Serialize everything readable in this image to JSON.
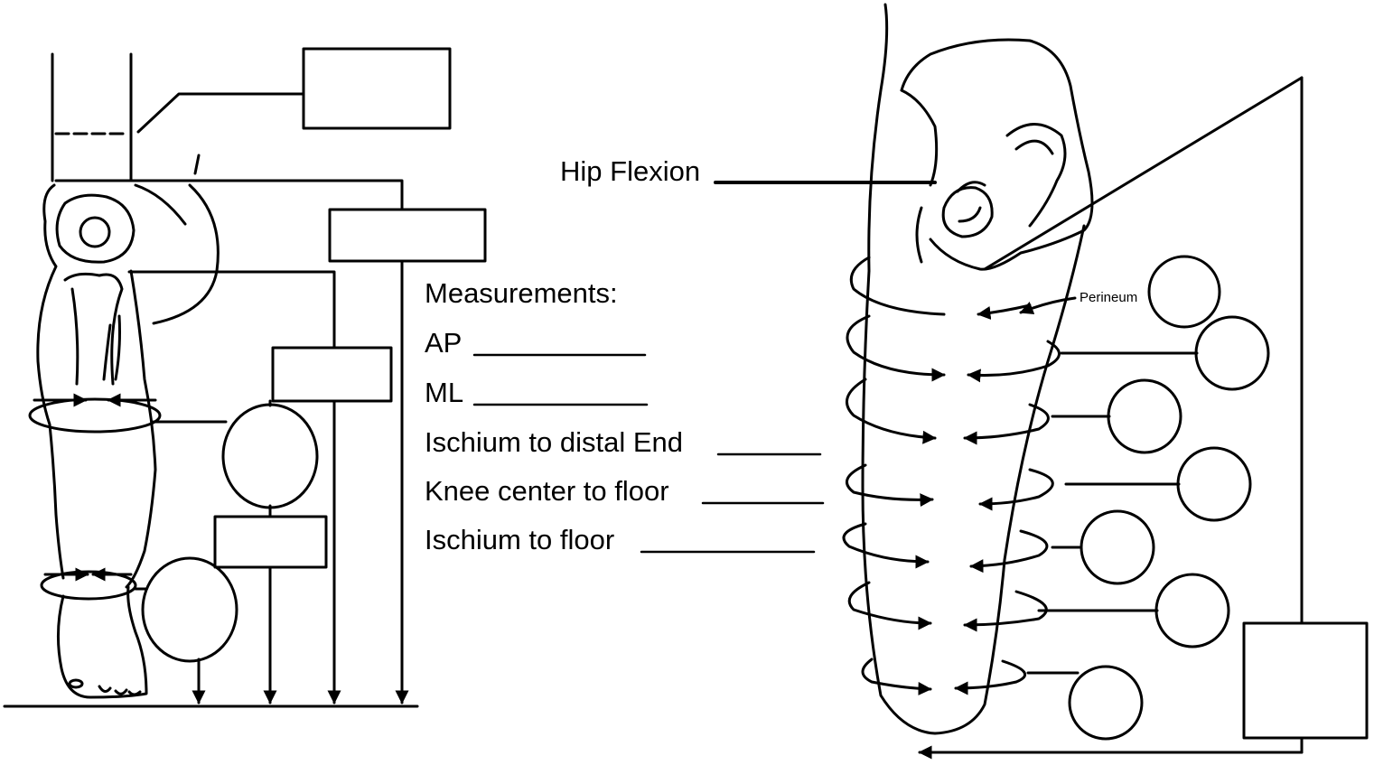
{
  "labels": {
    "hip_flexion": "Hip Flexion",
    "perineum": "Perineum",
    "measurements_title": "Measurements:"
  },
  "measurements": [
    {
      "label": "AP"
    },
    {
      "label": "ML"
    },
    {
      "label": "Ischium to distal End"
    },
    {
      "label": "Knee center to floor"
    },
    {
      "label": "Ischium to floor"
    }
  ],
  "colors": {
    "ink": "#000000",
    "paper": "#ffffff"
  }
}
